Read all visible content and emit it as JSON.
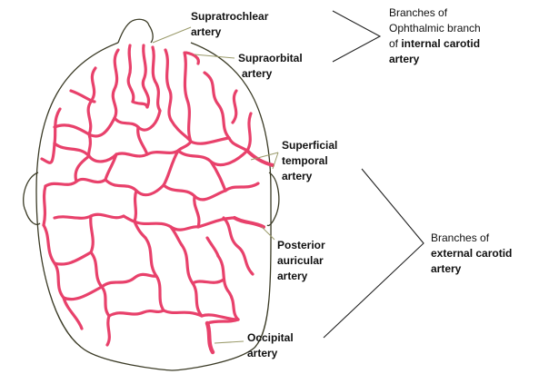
{
  "labels": {
    "supratrochlear": [
      "Supratrochlear",
      "artery"
    ],
    "supraorbital": [
      "Supraorbital",
      "artery"
    ],
    "superficial_temporal": [
      "Superficial",
      "temporal",
      "artery"
    ],
    "posterior_auricular": [
      "Posterior",
      "auricular",
      "artery"
    ],
    "occipital": [
      "Occipital",
      "artery"
    ]
  },
  "groups": {
    "ophthalmic": {
      "line1": "Branches of",
      "line2": "Ophthalmic branch",
      "line3_prefix": "of ",
      "line3_bold": "internal carotid",
      "line4_bold": "artery"
    },
    "external": {
      "line1": "Branches of",
      "line2_bold": "external carotid",
      "line3_bold": "artery"
    }
  },
  "colors": {
    "artery": "#e8416b",
    "outline": "#3b3b26",
    "leader": "#9a9a6a",
    "bracket": "#222222"
  }
}
